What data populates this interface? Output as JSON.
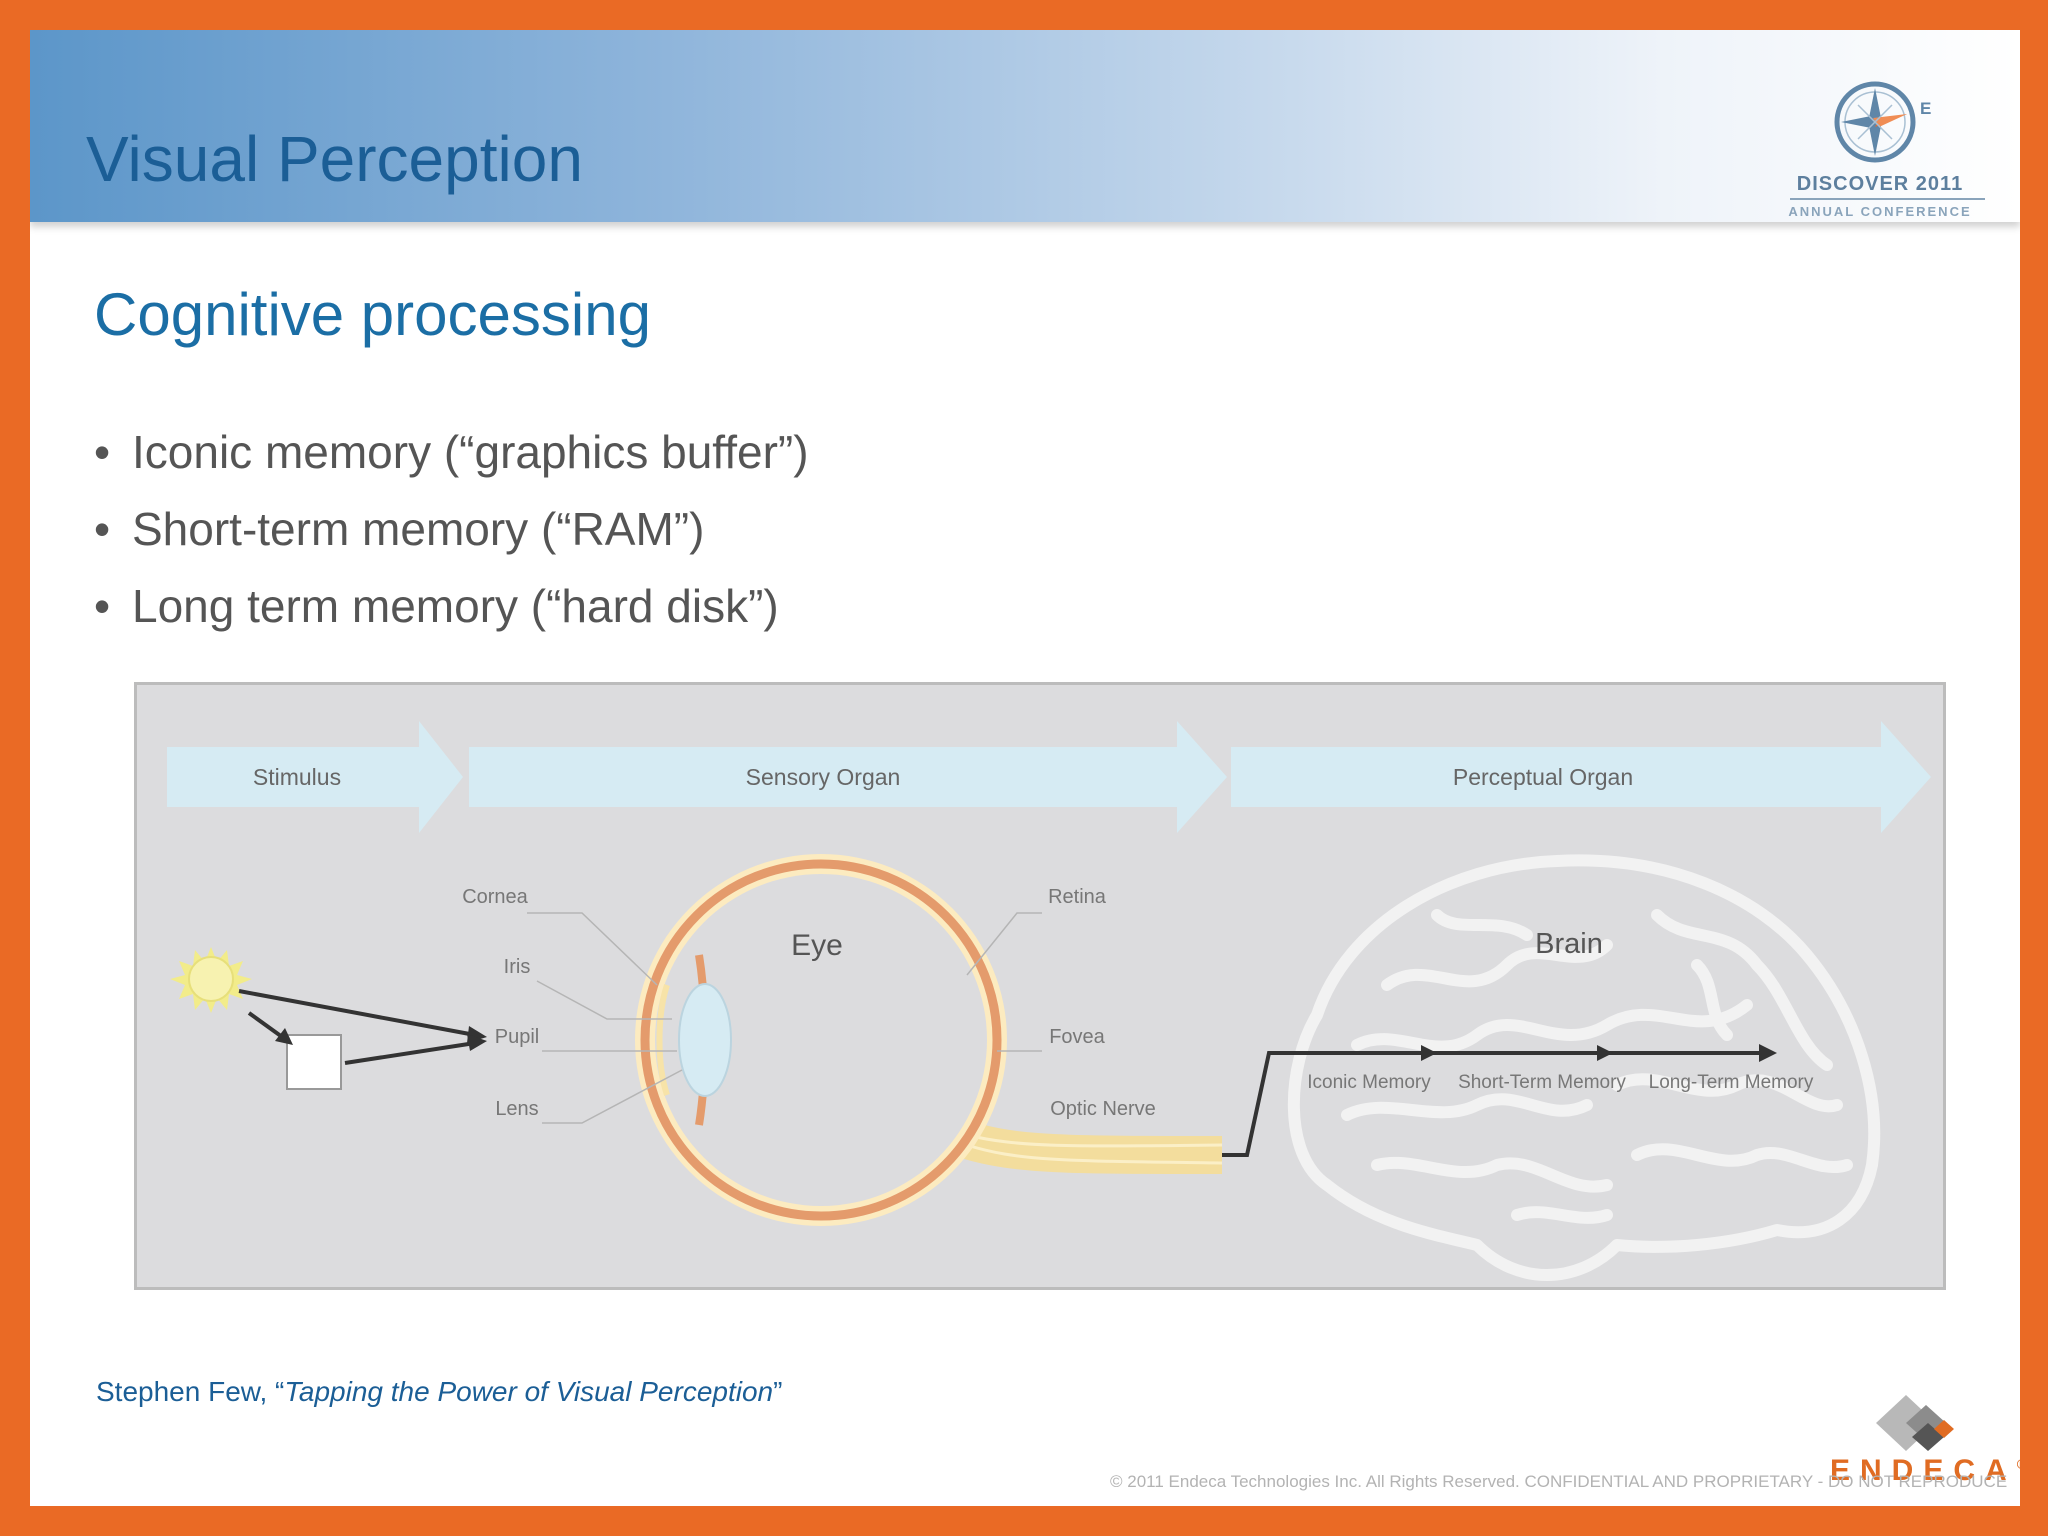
{
  "header": {
    "title": "Visual Perception",
    "logo": {
      "line1": "DISCOVER 2011",
      "line2": "ANNUAL CONFERENCE",
      "compass_letter": "E"
    }
  },
  "content": {
    "subtitle": "Cognitive processing",
    "bullets": [
      "Iconic memory (“graphics buffer”)",
      "Short-term memory (“RAM”)",
      "Long term memory (“hard disk”)"
    ]
  },
  "figure": {
    "stages": [
      "Stimulus",
      "Sensory Organ",
      "Perceptual Organ"
    ],
    "eye_label": "Eye",
    "brain_label": "Brain",
    "eye_parts_left": [
      "Cornea",
      "Iris",
      "Pupil",
      "Lens"
    ],
    "eye_parts_right": [
      "Retina",
      "Fovea",
      "Optic Nerve"
    ],
    "memory_labels": [
      "Iconic Memory",
      "Short-Term Memory",
      "Long-Term Memory"
    ]
  },
  "caption": {
    "author": "Stephen Few, “",
    "work": "Tapping the Power of Visual Perception",
    "close": "”"
  },
  "footer": {
    "brand": "ENDECA",
    "registered": "®",
    "copyright": "© 2011 Endeca Technologies Inc. All Rights Reserved.  CONFIDENTIAL AND PROPRIETARY - DO NOT REPRODUCE"
  },
  "colors": {
    "frame": "#ea6a25",
    "title_blue": "#1b5e96",
    "accent_orange": "#e06c23"
  }
}
